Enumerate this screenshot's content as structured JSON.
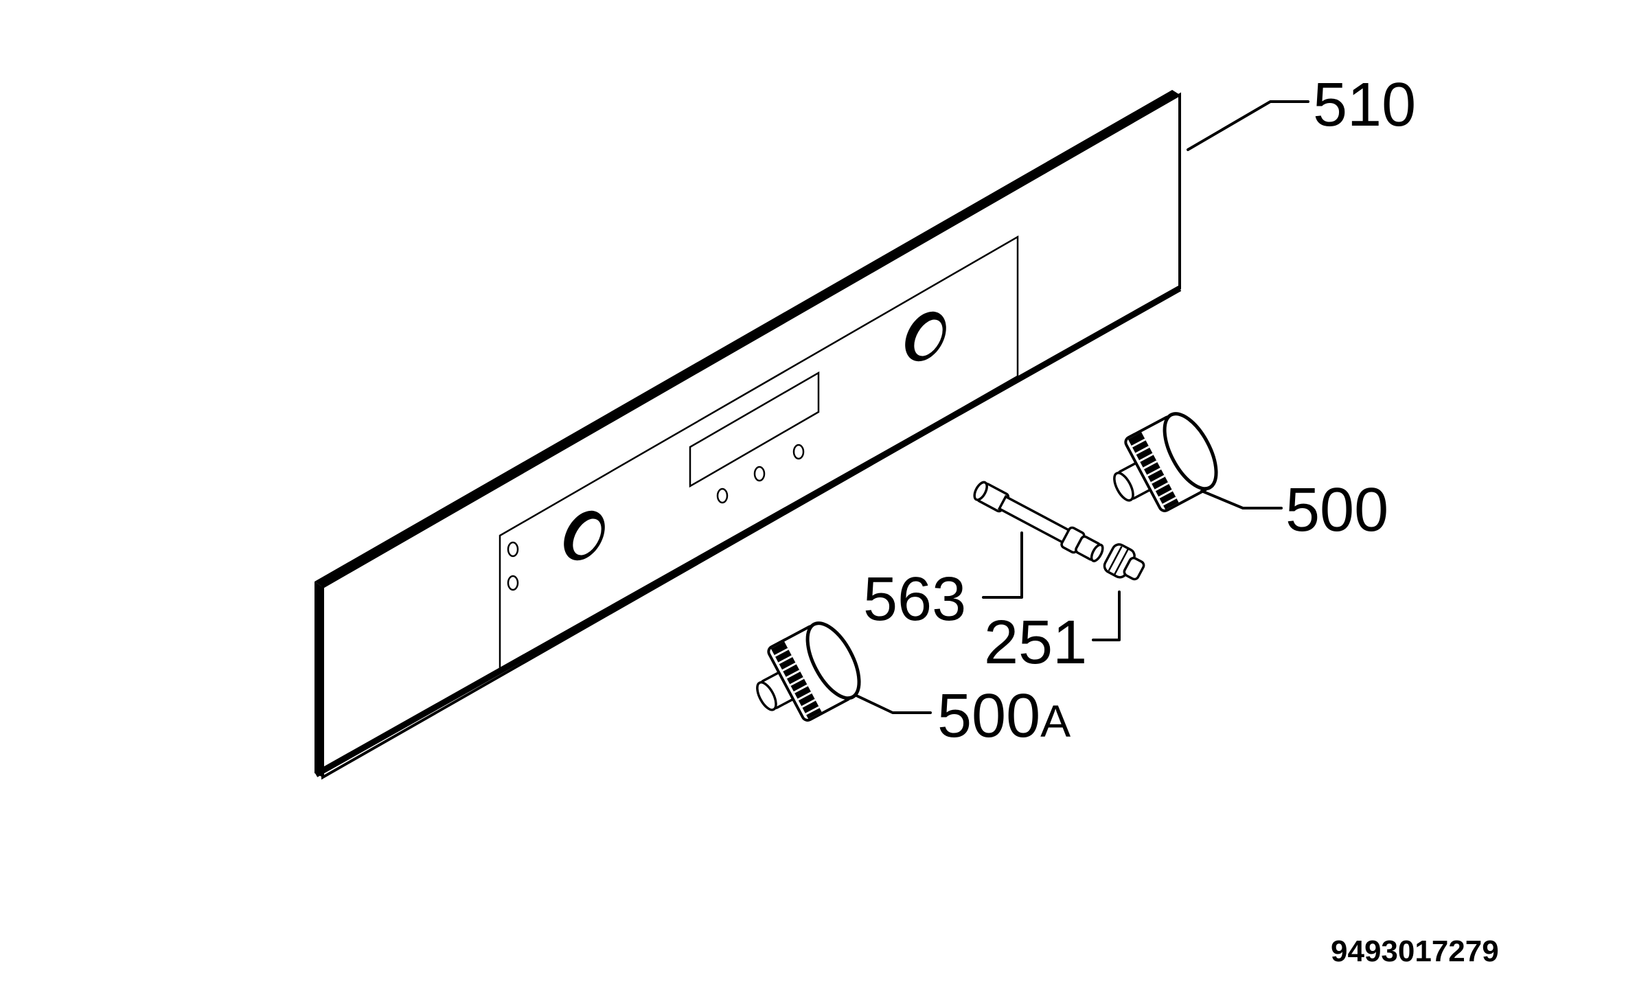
{
  "diagram": {
    "labels": {
      "part_510": "510",
      "part_500": "500",
      "part_563": "563",
      "part_251": "251",
      "part_500a_num": "500",
      "part_500a_suffix": "A"
    },
    "document_code": "9493017279",
    "colors": {
      "ink": "#000000",
      "background": "#ffffff"
    },
    "icons": [
      "control-panel",
      "knob",
      "shaft",
      "spring-clip"
    ]
  }
}
